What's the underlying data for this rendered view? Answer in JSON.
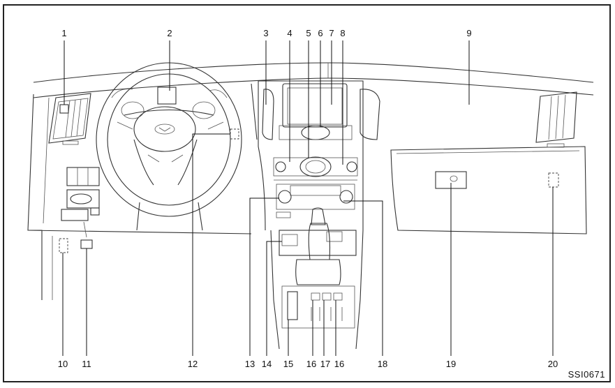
{
  "figure": {
    "code": "SSI0671",
    "top_callouts": [
      "1",
      "2",
      "3",
      "4",
      "5",
      "6",
      "7",
      "8",
      "9"
    ],
    "bottom_callouts": [
      "10",
      "11",
      "12",
      "13",
      "14",
      "15",
      "16",
      "17",
      "16",
      "18",
      "19",
      "20"
    ]
  },
  "colors": {
    "line": "#333333",
    "background": "#ffffff",
    "text": "#111111"
  }
}
